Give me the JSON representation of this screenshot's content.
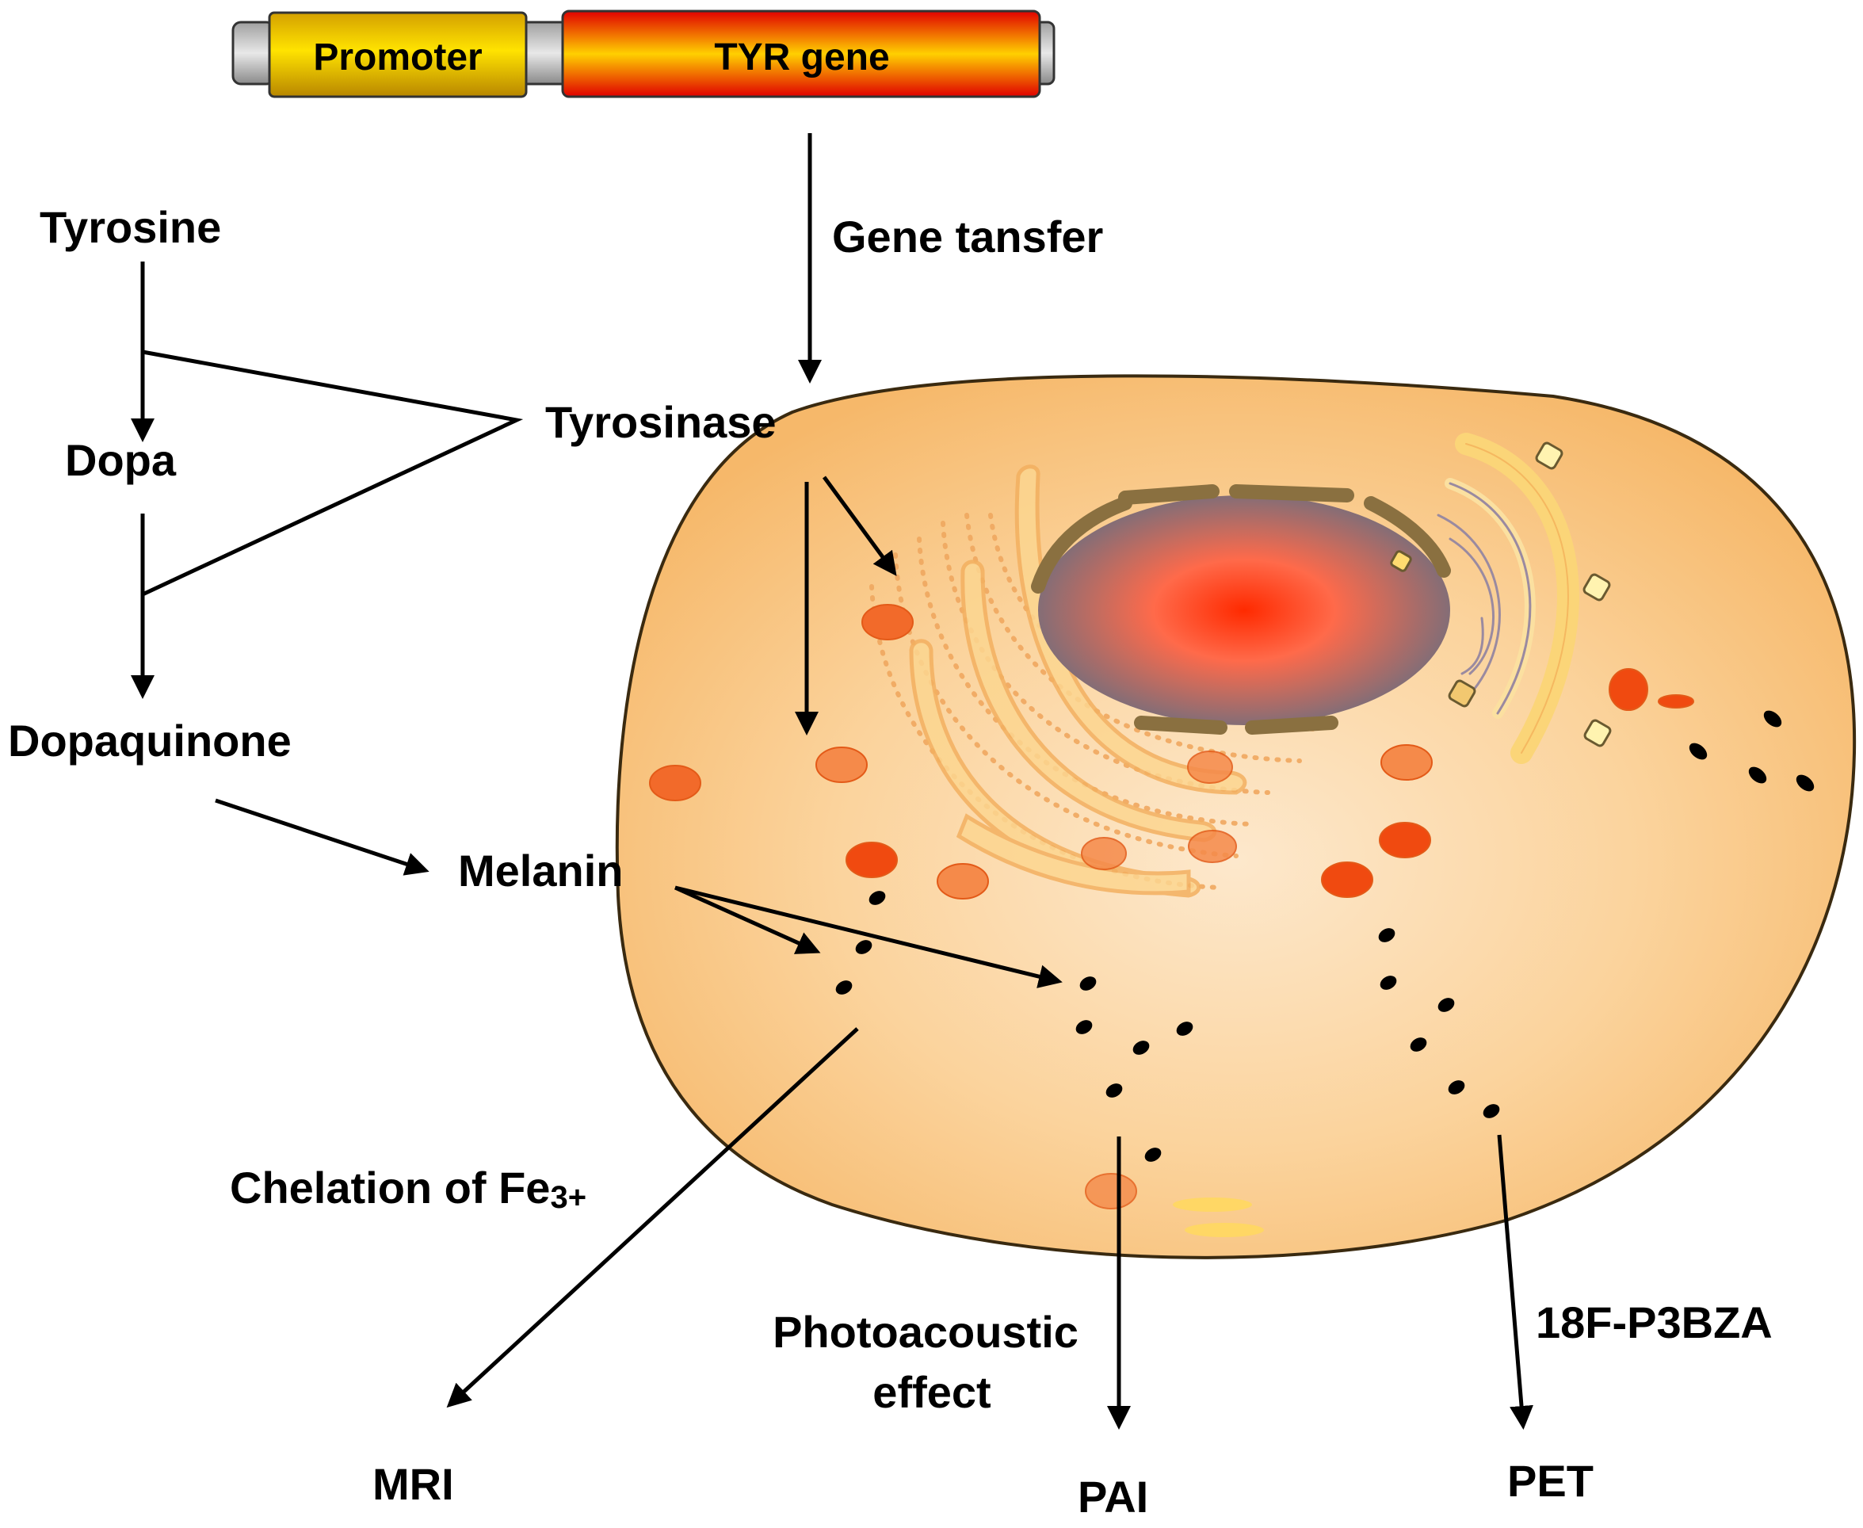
{
  "gene_construct": {
    "promoter": "Promoter",
    "gene": "TYR gene",
    "promoter_color": "#f5cc00",
    "gene_color": "#f03000"
  },
  "pathway": {
    "tyrosine": "Tyrosine",
    "dopa": "Dopa",
    "dopaquinone": "Dopaquinone",
    "melanin": "Melanin",
    "tyrosinase": "Tyrosinase",
    "gene_transfer": "Gene tansfer"
  },
  "imaging": {
    "chelation": "Chelation of Fe",
    "chelation_sup": "3+",
    "photoacoustic_line1": "Photoacoustic",
    "photoacoustic_line2": "effect",
    "tracer": "18F-P3BZA",
    "mri": "MRI",
    "pai": "PAI",
    "pet": "PET"
  },
  "colors": {
    "cell_fill": "#f9c98a",
    "cell_stroke": "#3a2a10",
    "nucleus_center": "#ff3010",
    "nucleus_edge": "#707080",
    "vesicle": "#f26a2a",
    "melanin_dot": "#000000"
  }
}
